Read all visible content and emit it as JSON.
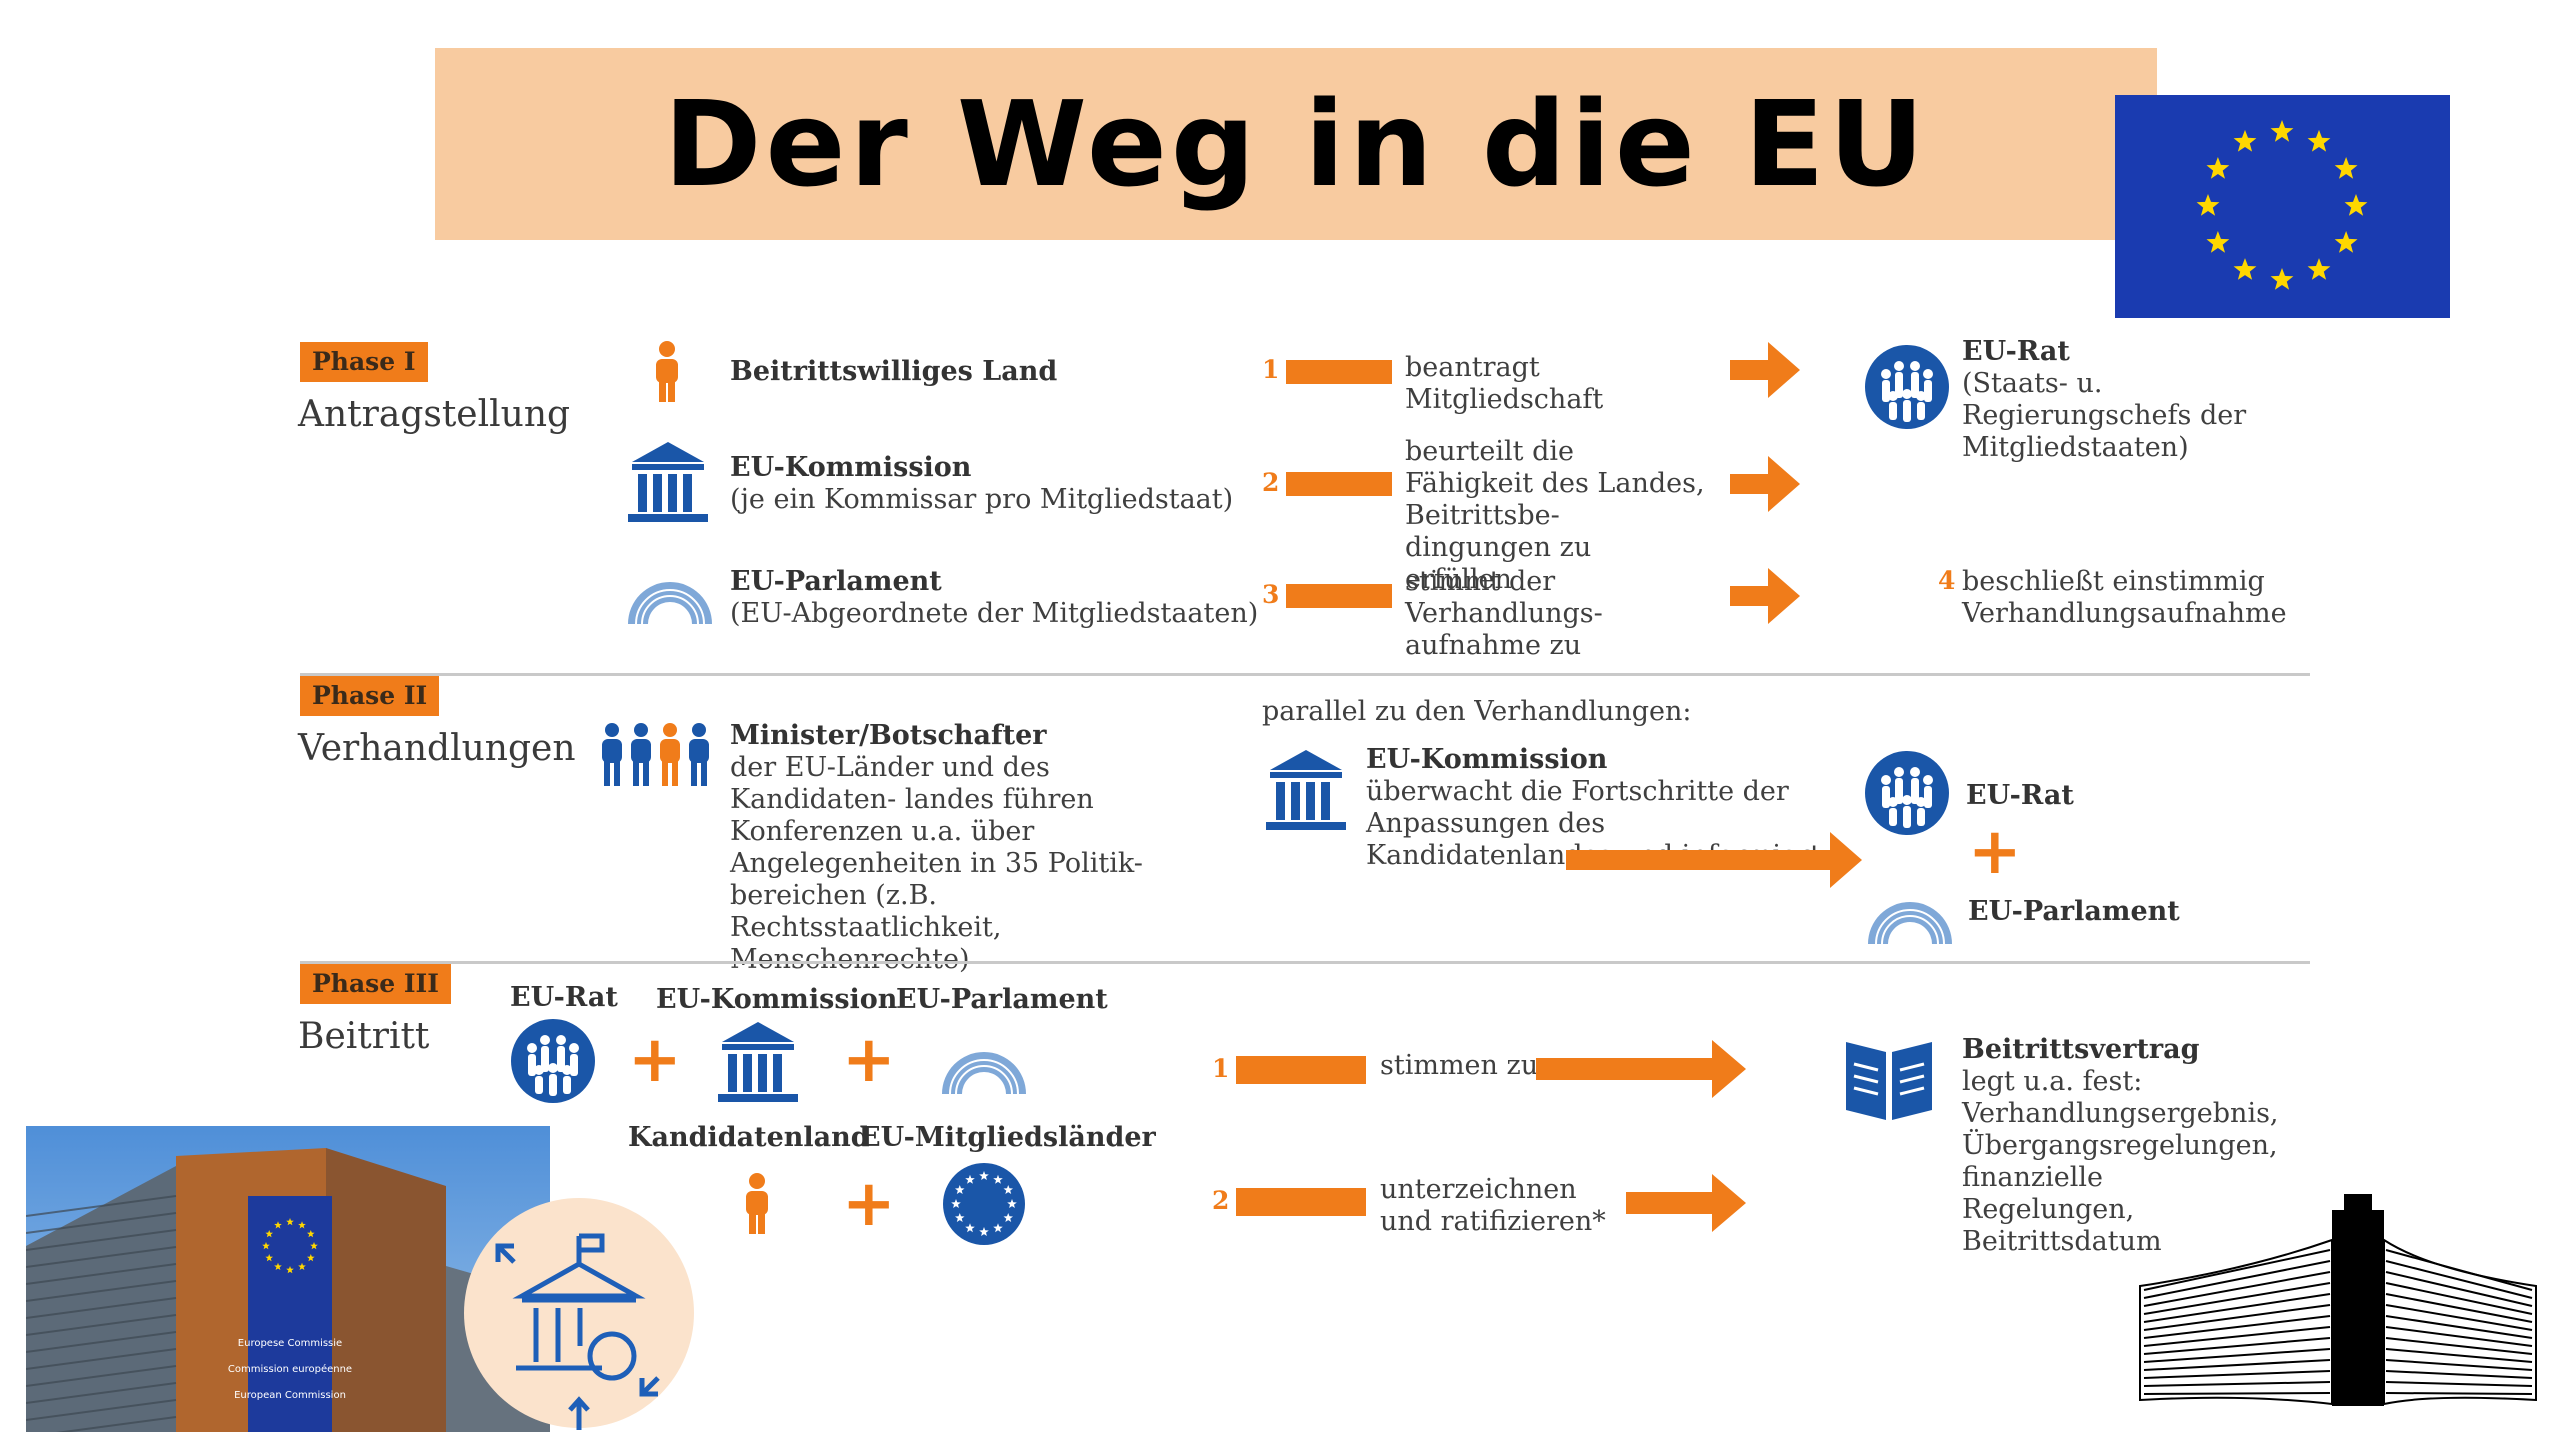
{
  "title": "Der Weg in die EU",
  "colors": {
    "orange": "#f07c1a",
    "blue": "#1a56a8",
    "title_band": "#f8cba0",
    "flag_blue": "#1a3bb0",
    "flag_star": "#ffd700"
  },
  "phase1": {
    "badge": "Phase I",
    "name": "Antragstellung",
    "rows": [
      {
        "actor_title": "Beitrittswilliges Land",
        "actor_sub": "",
        "num": "1",
        "action": "beantragt Mitgliedschaft",
        "icon": "person-icon"
      },
      {
        "actor_title": "EU-Kommission",
        "actor_sub": "(je ein Kommissar pro Mitgliedstaat)",
        "num": "2",
        "action": "beurteilt die Fähigkeit des Landes, Beitrittsbe- dingungen zu erfüllen",
        "icon": "building-icon"
      },
      {
        "actor_title": "EU-Parlament",
        "actor_sub": "(EU-Abgeordnete der Mitgliedstaaten)",
        "num": "3",
        "action": "stimmt der Verhandlungs- aufnahme zu",
        "icon": "parliament-icon"
      }
    ],
    "council_title": "EU-Rat",
    "council_sub": "(Staats- u. Regierungschefs der Mitgliedstaaten)",
    "decision_num": "4",
    "decision": "beschließt einstimmig Verhandlungsaufnahme"
  },
  "phase2": {
    "badge": "Phase II",
    "name": "Verhandlungen",
    "actor_title": "Minister/Botschafter",
    "actor_sub": "der EU-Länder und des Kandidaten- landes führen Konferenzen u.a. über Angelegenheiten in 35 Politik- bereichen (z.B. Rechtsstaatlichkeit, Menschenrechte)",
    "parallel_label": "parallel zu den Verhandlungen:",
    "commission_title": "EU-Kommission",
    "commission_sub": "überwacht die Fortschritte der Anpassungen des Kandidatenlandes und informiert",
    "council": "EU-Rat",
    "parliament": "EU-Parlament"
  },
  "phase3": {
    "badge": "Phase III",
    "name": "Beitritt",
    "council": "EU-Rat",
    "commission": "EU-Kommission",
    "parliament": "EU-Parlament",
    "candidate": "Kandidatenland",
    "members": "EU-Mitgliedsländer",
    "step1_num": "1",
    "step1": "stimmen zu",
    "step2_num": "2",
    "step2": "unterzeichnen und ratifizieren*",
    "treaty_title": "Beitrittsvertrag",
    "treaty_sub": "legt u.a. fest: Verhandlungsergebnis, Übergangsregelungen, finanzielle Regelungen, Beitrittsdatum"
  },
  "photo_banner_lines": [
    "Europese Commissie",
    "Commission européenne",
    "European Commission"
  ]
}
